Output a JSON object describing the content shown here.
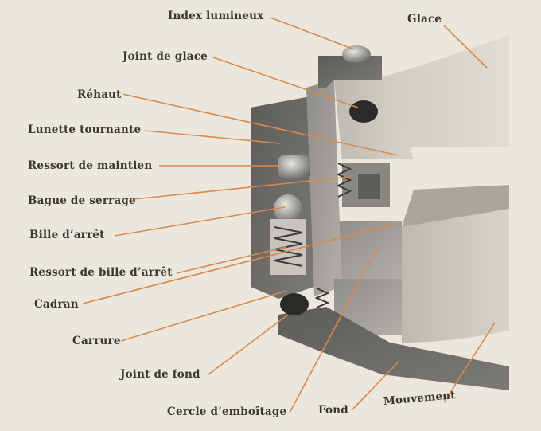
{
  "labels": {
    "index_lumineux": "Index lumineux",
    "glace": "Glace",
    "joint_de_glace": "Joint de glace",
    "rehaut": "Réhaut",
    "lunette_tournante": "Lunette tournante",
    "ressort_de_maintien": "Ressort de maintien",
    "bague_de_serrage": "Bague de serrage",
    "bille_darret": "Bille d’arrêt",
    "ressort_de_bille_darret": "Ressort de bille d’arrêt",
    "cadran": "Cadran",
    "carrure": "Carrure",
    "joint_de_fond": "Joint de fond",
    "cercle_demboitage": "Cercle d’emboîtage",
    "fond": "Fond",
    "mouvement": "Mouvement"
  },
  "colors": {
    "background": "#ebe7dd",
    "leader_line": "#d9894d",
    "label_text": "#3b3530",
    "case_dark": "#6f6d6a",
    "case_mid": "#9a9893",
    "case_light": "#c9c6bf"
  }
}
